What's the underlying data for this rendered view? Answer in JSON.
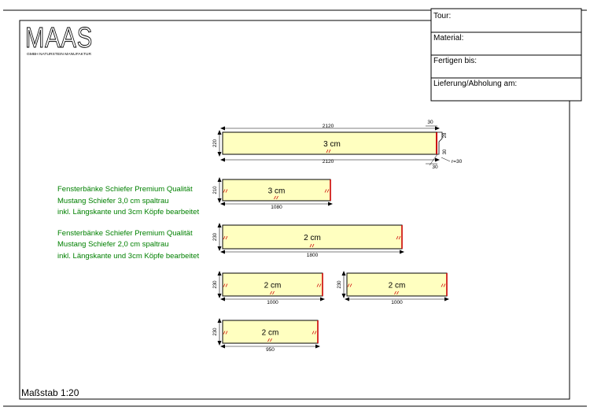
{
  "header": {
    "logo_text": "MAAS",
    "logo_subtitle": "GMBH NATURSTEIN MANUFAKTUR",
    "info_fields": [
      {
        "label": "Tour:"
      },
      {
        "label": "Material:"
      },
      {
        "label": "Fertigen bis:"
      },
      {
        "label": "Lieferung/Abholung am:"
      }
    ]
  },
  "descriptions": [
    {
      "lines": [
        "Fensterbänke Schiefer Premium Qualität",
        "Mustang Schiefer 3,0 cm spaltrau",
        "inkl. Längskante und 3cm Köpfe bearbeitet"
      ]
    },
    {
      "lines": [
        "Fensterbänke Schiefer Premium Qualität",
        "Mustang Schiefer 2,0 cm spaltrau",
        "inkl. Längskante und 3cm Köpfe bearbeitet"
      ]
    }
  ],
  "main_piece": {
    "thickness_label": "3 cm",
    "length_top": "2120",
    "length_bottom": "2120",
    "width": "220",
    "detail": {
      "depth_top": "30",
      "dim_a": "28",
      "dim_b": "30",
      "depth_bottom": "30",
      "radius": "r=30"
    }
  },
  "pieces": [
    {
      "thickness_label": "3 cm",
      "length": "1080",
      "width": "210"
    },
    {
      "thickness_label": "2 cm",
      "length": "1800",
      "width": "230"
    },
    {
      "thickness_label": "2 cm",
      "length": "1000",
      "width": "230"
    },
    {
      "thickness_label": "2 cm",
      "length": "1000",
      "width": "230"
    },
    {
      "thickness_label": "2 cm",
      "length": "950",
      "width": "230"
    }
  ],
  "scale_label": "Maßstab 1:20",
  "colors": {
    "slab_fill": "#ffffc0",
    "edge_red": "#cc0000",
    "text_green": "#008000",
    "line_black": "#000000"
  }
}
